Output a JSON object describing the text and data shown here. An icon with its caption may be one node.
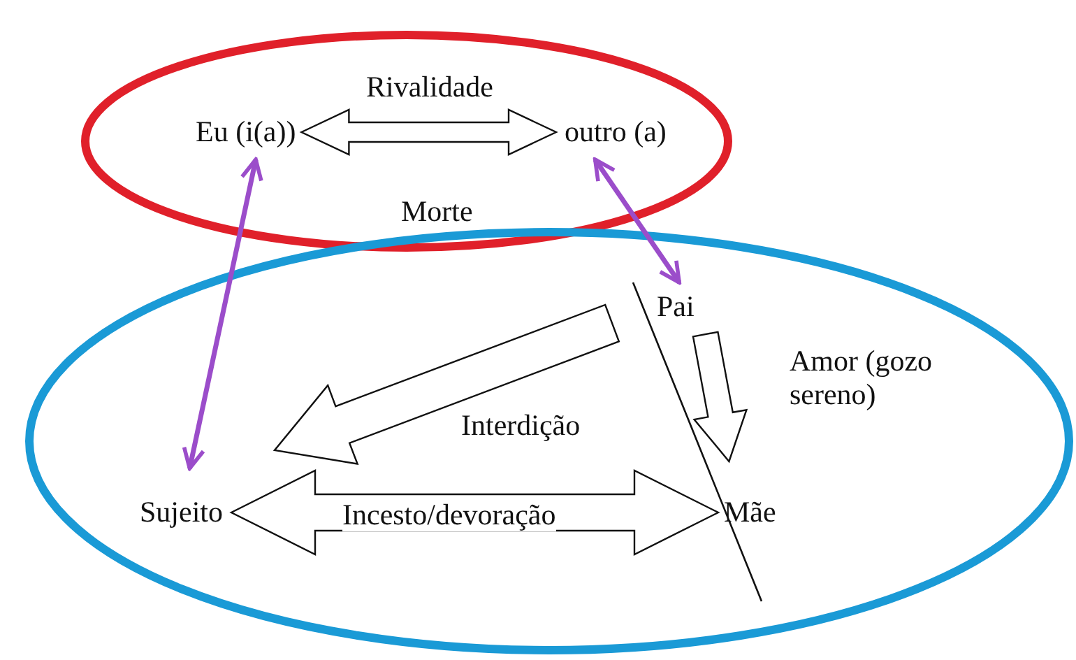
{
  "diagram": {
    "nodes": [
      {
        "text": [],
        "shape": "ellipse"
      },
      {
        "text": [],
        "shape": "ellipse"
      },
      {
        "text": [
          "Eu (i(a))"
        ],
        "in": 0
      },
      {
        "text": [
          "outro (a)"
        ],
        "in": 0
      },
      {
        "text": [
          "Morte"
        ],
        "in": 0
      },
      {
        "text": [
          "Pai"
        ],
        "in": 1
      },
      {
        "text": [
          "Sujeito"
        ],
        "in": 1
      },
      {
        "text": [
          "Mãe"
        ],
        "in": 1
      }
    ],
    "edges": [
      {
        "from": 2,
        "to": 3,
        "arrow": "both",
        "label": "Rivalidade"
      },
      {
        "from": 2,
        "to": 6,
        "arrow": "both",
        "color": "#9b4dca"
      },
      {
        "from": 3,
        "to": 5,
        "arrow": "both",
        "color": "#9b4dca"
      },
      {
        "from": 5,
        "to": 6,
        "arrow": "to",
        "label": "Interdição"
      },
      {
        "from": 5,
        "to": 7,
        "arrow": "to",
        "label": "Amor (gozo sereno)"
      },
      {
        "from": 6,
        "to": 7,
        "arrow": "both",
        "label": "Incesto/devoração"
      }
    ]
  }
}
